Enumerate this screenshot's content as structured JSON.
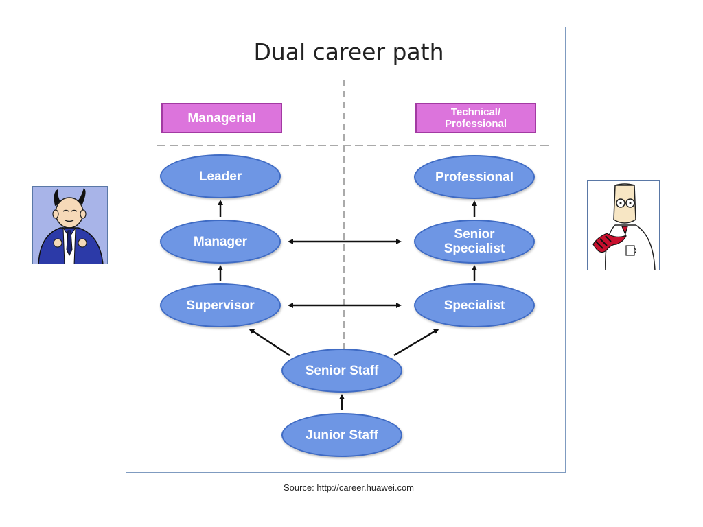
{
  "title": "Dual career path",
  "tracks": {
    "managerial": "Managerial",
    "technical": "Technical/\nProfessional"
  },
  "nodes": {
    "leader": "Leader",
    "manager": "Manager",
    "supervisor": "Supervisor",
    "professional": "Professional",
    "senior_specialist": "Senior\nSpecialist",
    "specialist": "Specialist",
    "senior_staff": "Senior Staff",
    "junior_staff": "Junior Staff"
  },
  "edges": [
    {
      "from": "junior_staff",
      "to": "senior_staff",
      "type": "up"
    },
    {
      "from": "senior_staff",
      "to": "supervisor",
      "type": "branch"
    },
    {
      "from": "senior_staff",
      "to": "specialist",
      "type": "branch"
    },
    {
      "from": "supervisor",
      "to": "manager",
      "type": "up"
    },
    {
      "from": "manager",
      "to": "leader",
      "type": "up"
    },
    {
      "from": "specialist",
      "to": "senior_specialist",
      "type": "up"
    },
    {
      "from": "senior_specialist",
      "to": "professional",
      "type": "up"
    },
    {
      "from": "manager",
      "to": "senior_specialist",
      "type": "bidirectional"
    },
    {
      "from": "supervisor",
      "to": "specialist",
      "type": "bidirectional"
    }
  ],
  "colors": {
    "node_fill": "#6e96e4",
    "node_border": "#3f6bc4",
    "header_fill": "#dc74dc",
    "header_border": "#a23aa2",
    "divider": "#aaaaaa"
  },
  "images": {
    "left": "pointy-haired-boss-cartoon",
    "right": "engineer-cartoon"
  },
  "source": "Source: http://career.huawei.com"
}
